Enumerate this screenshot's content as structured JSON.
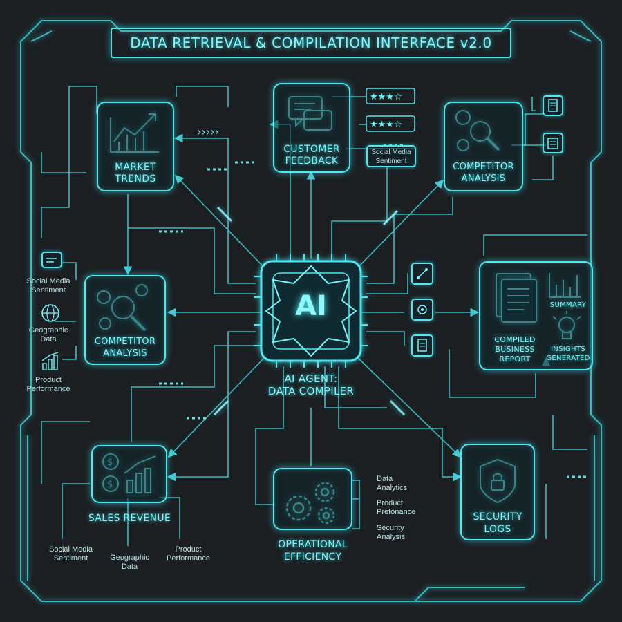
{
  "title": "DATA RETRIEVAL & COMPILATION INTERFACE v2.0",
  "center": {
    "badge": "AI",
    "caption_line1": "AI AGENT:",
    "caption_line2": "DATA COMPILER"
  },
  "nodes": {
    "market_trends": {
      "line1": "MARKET",
      "line2": "TRENDS",
      "icon": "line-chart-icon"
    },
    "customer_feedback": {
      "line1": "CUSTOMER",
      "line2": "FEEDBACK",
      "icon": "chat-bubbles-icon",
      "side_label": "Social Media Sentiment",
      "side_label_line1": "Social Media",
      "side_label_line2": "Sentiment"
    },
    "competitor_top": {
      "line1": "COMPETITOR",
      "line2": "ANALYSIS",
      "icon": "people-magnifier-icon"
    },
    "competitor_left": {
      "line1": "COMPETITOR",
      "line2": "ANALYSIS",
      "icon": "people-magnifier-icon",
      "sources": [
        {
          "line1": "Social Media",
          "line2": "Sentiment",
          "icon": "chat-icon"
        },
        {
          "line1": "Geographic",
          "line2": "Data",
          "icon": "globe-icon"
        },
        {
          "line1": "Product",
          "line2": "Performance",
          "icon": "bar-chart-icon"
        }
      ]
    },
    "report": {
      "line1": "COMPILED",
      "line2": "BUSINESS",
      "line3": "REPORT",
      "summary": "SUMMARY",
      "insights_line1": "INSIGHTS",
      "insights_line2": "GENERATED"
    },
    "sales": {
      "label": "SALES REVENUE",
      "icon": "dollar-chart-icon",
      "sources": [
        {
          "line1": "Social Media",
          "line2": "Sentiment"
        },
        {
          "line1": "Geographic",
          "line2": "Data"
        },
        {
          "line1": "Product",
          "line2": "Performance"
        }
      ]
    },
    "operational": {
      "line1": "OPERATIONAL",
      "line2": "EFFICIENCY",
      "icon": "gears-icon",
      "outputs": [
        {
          "line1": "Data",
          "line2": "Analytics"
        },
        {
          "line1": "Product",
          "line2": "Prefonance"
        },
        {
          "line1": "Security",
          "line2": "Analysis"
        }
      ]
    },
    "security": {
      "line1": "SECURITY",
      "line2": "LOGS",
      "icon": "shield-lock-icon"
    }
  },
  "colors": {
    "accent": "#4ee8f0",
    "glow": "#7df6fa",
    "background": "#1b1f22"
  }
}
